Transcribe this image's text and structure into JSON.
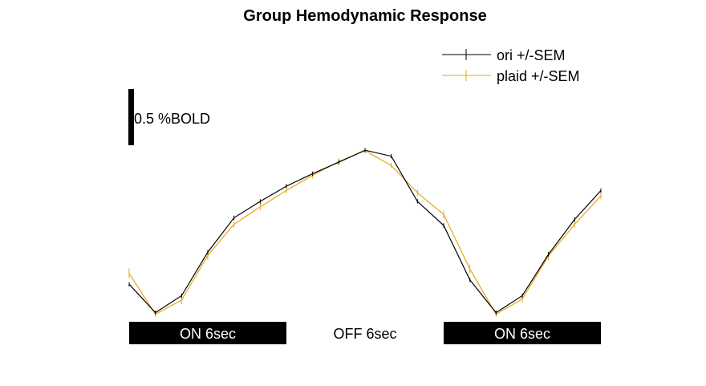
{
  "chart_data": {
    "type": "line",
    "title": "Group Hemodynamic Response",
    "xlabel": "",
    "ylabel": "",
    "xlim": [
      0,
      18
    ],
    "ylim": [
      0,
      5.3
    ],
    "grid": false,
    "legend_position": "top-right",
    "scale_bar": {
      "value": 0.5,
      "label": "0.5 %BOLD"
    },
    "blocks": [
      {
        "label": "ON 6sec",
        "start": 0,
        "end": 6,
        "filled": true
      },
      {
        "label": "OFF 6sec",
        "start": 6,
        "end": 12,
        "filled": false
      },
      {
        "label": "ON 6sec",
        "start": 12,
        "end": 18,
        "filled": true
      }
    ],
    "x": [
      0,
      1,
      2,
      3,
      4,
      5,
      6,
      7,
      8,
      9,
      10,
      11,
      12,
      13,
      14,
      15,
      16,
      17,
      18
    ],
    "series": [
      {
        "name": "ori +/-SEM",
        "color": "#000000",
        "values": [
          0.6,
          0.08,
          0.39,
          1.19,
          1.82,
          2.12,
          2.4,
          2.63,
          2.84,
          3.06,
          2.95,
          2.12,
          1.68,
          0.68,
          0.08,
          0.39,
          1.15,
          1.79,
          2.32
        ],
        "sem": [
          0.04,
          0.04,
          0.04,
          0.04,
          0.04,
          0.04,
          0.04,
          0.04,
          0.04,
          0.04,
          0.04,
          0.04,
          0.04,
          0.04,
          0.04,
          0.04,
          0.04,
          0.04,
          0.04
        ]
      },
      {
        "name": "plaid +/-SEM",
        "color": "#e6a817",
        "values": [
          0.8,
          0.05,
          0.31,
          1.13,
          1.7,
          2.02,
          2.32,
          2.6,
          2.85,
          3.05,
          2.78,
          2.28,
          1.88,
          0.88,
          0.05,
          0.33,
          1.12,
          1.7,
          2.22
        ],
        "sem": [
          0.09,
          0.05,
          0.08,
          0.08,
          0.06,
          0.06,
          0.06,
          0.06,
          0.06,
          0.05,
          0.05,
          0.06,
          0.07,
          0.08,
          0.05,
          0.07,
          0.08,
          0.06,
          0.06
        ]
      }
    ]
  }
}
